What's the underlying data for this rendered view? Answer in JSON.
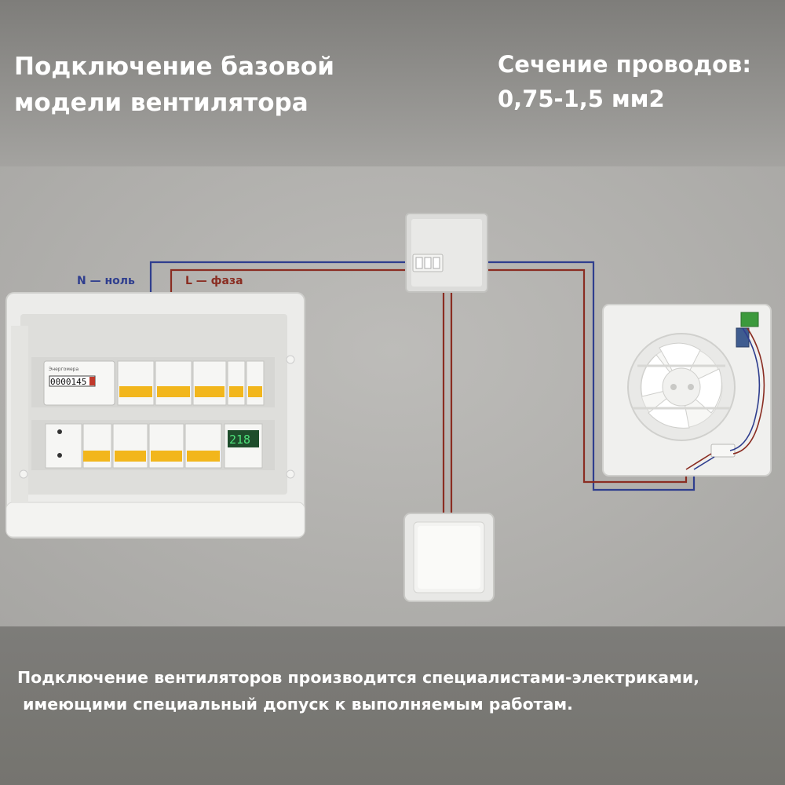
{
  "header": {
    "title_line1": "Подключение базовой",
    "title_line2": "модели вентилятора",
    "spec_line1": "Сечение проводов:",
    "spec_line2": "0,75-1,5 мм2"
  },
  "wires": {
    "neutral_label": "N — ноль",
    "phase_label": "L — фаза",
    "neutral_color": "#2f3e8e",
    "phase_color": "#8a2d22"
  },
  "panel": {
    "meter_reading": "0000145",
    "meter_brand": "Энергомера",
    "display_value": "218"
  },
  "footer": {
    "note_line1": "Подключение вентиляторов производится специалистами-электриками,",
    "note_line2": " имеющими специальный допуск к выполняемым работам."
  }
}
